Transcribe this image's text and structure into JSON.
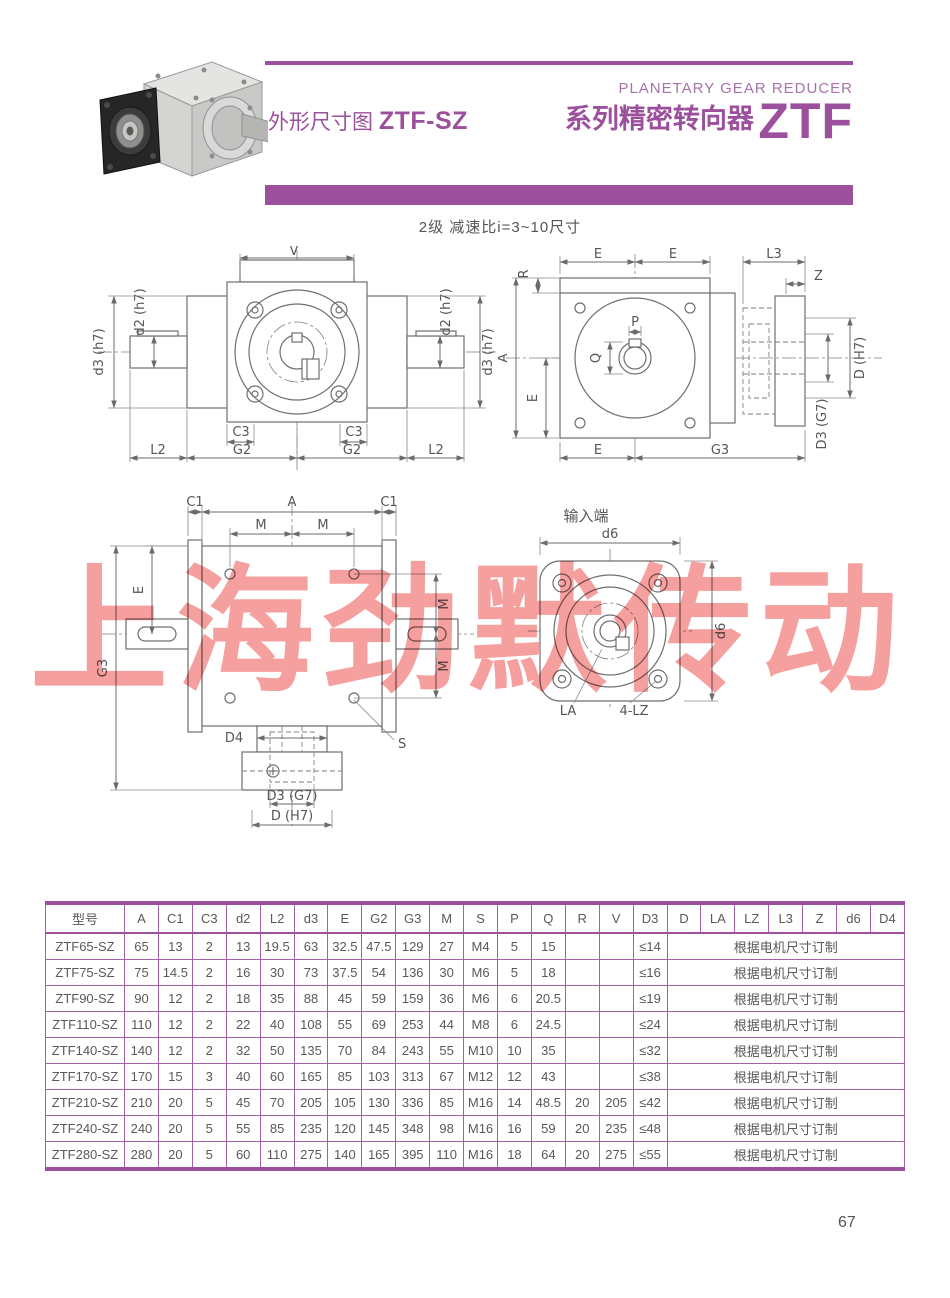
{
  "header": {
    "eyebrow": "PLANETARY GEAR REDUCER",
    "title_prefix": "外形尺寸图",
    "title_model": "ZTF-SZ",
    "series_label": "系列精密转向器",
    "series_model": "ZTF"
  },
  "subtitle": "2级  减速比i=3~10尺寸",
  "watermark": "上海劲默传动",
  "colors": {
    "accent_purple": "#9b4f9c",
    "table_border": "#a262a4",
    "eyebrow_purple": "#a873ab",
    "watermark_pink": "#f59f9f",
    "drawing_line": "#6f6f6f",
    "text_gray": "#58595b"
  },
  "drawings": {
    "front": {
      "v": "V",
      "d2": "d2 (h7)",
      "d3": "d3 (h7)",
      "c3": "C3",
      "l2": "L2",
      "g2": "G2"
    },
    "side": {
      "e": "E",
      "l3": "L3",
      "z": "Z",
      "r": "R",
      "a": "A",
      "p": "P",
      "q": "Q",
      "d": "D (H7)",
      "d3": "D3 (G7)",
      "g3": "G3"
    },
    "bottom": {
      "c1": "C1",
      "a": "A",
      "m": "M",
      "e": "E",
      "g3": "G3",
      "d4": "D4",
      "s": "S",
      "d3": "D3  (G7)",
      "d": "D  (H7)"
    },
    "input": {
      "title": "输入端",
      "d6": "d6",
      "la": "LA",
      "lz": "4-LZ"
    }
  },
  "table": {
    "columns": [
      "型号",
      "A",
      "C1",
      "C3",
      "d2",
      "L2",
      "d3",
      "E",
      "G2",
      "G3",
      "M",
      "S",
      "P",
      "Q",
      "R",
      "V",
      "D3",
      "D",
      "LA",
      "LZ",
      "L3",
      "Z",
      "d6",
      "D4"
    ],
    "rows": [
      {
        "model": "ZTF65-SZ",
        "values": [
          "65",
          "13",
          "2",
          "13",
          "19.5",
          "63",
          "32.5",
          "47.5",
          "129",
          "27",
          "M4",
          "5",
          "15",
          "",
          "",
          "≤14"
        ],
        "note": "根据电机尺寸订制"
      },
      {
        "model": "ZTF75-SZ",
        "values": [
          "75",
          "14.5",
          "2",
          "16",
          "30",
          "73",
          "37.5",
          "54",
          "136",
          "30",
          "M6",
          "5",
          "18",
          "",
          "",
          "≤16"
        ],
        "note": "根据电机尺寸订制"
      },
      {
        "model": "ZTF90-SZ",
        "values": [
          "90",
          "12",
          "2",
          "18",
          "35",
          "88",
          "45",
          "59",
          "159",
          "36",
          "M6",
          "6",
          "20.5",
          "",
          "",
          "≤19"
        ],
        "note": "根据电机尺寸订制"
      },
      {
        "model": "ZTF110-SZ",
        "values": [
          "110",
          "12",
          "2",
          "22",
          "40",
          "108",
          "55",
          "69",
          "253",
          "44",
          "M8",
          "6",
          "24.5",
          "",
          "",
          "≤24"
        ],
        "note": "根据电机尺寸订制"
      },
      {
        "model": "ZTF140-SZ",
        "values": [
          "140",
          "12",
          "2",
          "32",
          "50",
          "135",
          "70",
          "84",
          "243",
          "55",
          "M10",
          "10",
          "35",
          "",
          "",
          "≤32"
        ],
        "note": "根据电机尺寸订制"
      },
      {
        "model": "ZTF170-SZ",
        "values": [
          "170",
          "15",
          "3",
          "40",
          "60",
          "165",
          "85",
          "103",
          "313",
          "67",
          "M12",
          "12",
          "43",
          "",
          "",
          "≤38"
        ],
        "note": "根据电机尺寸订制"
      },
      {
        "model": "ZTF210-SZ",
        "values": [
          "210",
          "20",
          "5",
          "45",
          "70",
          "205",
          "105",
          "130",
          "336",
          "85",
          "M16",
          "14",
          "48.5",
          "20",
          "205",
          "≤42"
        ],
        "note": "根据电机尺寸订制"
      },
      {
        "model": "ZTF240-SZ",
        "values": [
          "240",
          "20",
          "5",
          "55",
          "85",
          "235",
          "120",
          "145",
          "348",
          "98",
          "M16",
          "16",
          "59",
          "20",
          "235",
          "≤48"
        ],
        "note": "根据电机尺寸订制"
      },
      {
        "model": "ZTF280-SZ",
        "values": [
          "280",
          "20",
          "5",
          "60",
          "110",
          "275",
          "140",
          "165",
          "395",
          "110",
          "M16",
          "18",
          "64",
          "20",
          "275",
          "≤55"
        ],
        "note": "根据电机尺寸订制"
      }
    ]
  },
  "page": {
    "number": "67"
  }
}
